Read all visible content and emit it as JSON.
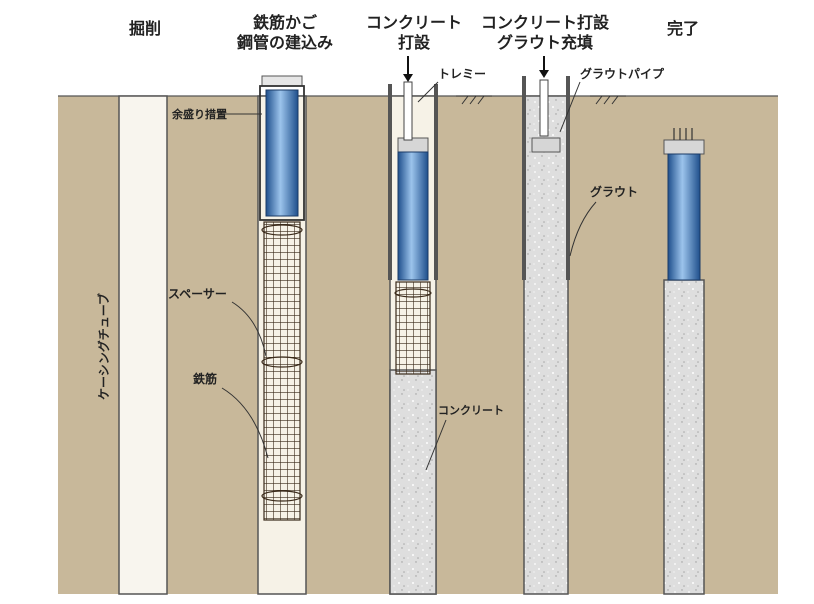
{
  "steps": {
    "s1": [
      "掘削"
    ],
    "s2": [
      "鉄筋かご",
      "鋼管の建込み"
    ],
    "s3": [
      "コンクリート",
      "打設"
    ],
    "s4": [
      "コンクリート打設",
      "グラウト充填"
    ],
    "s5": [
      "完了"
    ]
  },
  "labels": {
    "casing_tube": "ケーシングチューブ",
    "yomori": "余盛り措置",
    "spacer": "スペーサー",
    "rebar": "鉄筋",
    "tremie": "トレミー",
    "grout_pipe": "グラウトパイプ",
    "grout": "グラウト",
    "concrete": "コンクリート"
  },
  "colors": {
    "ground": "#c8b89a",
    "background": "#ffffff",
    "hole_fill": "#f6f2e7",
    "concrete": "#dcdcdc",
    "steel_pipe": "#4a86c8",
    "rebar": "#3a2a1a"
  }
}
